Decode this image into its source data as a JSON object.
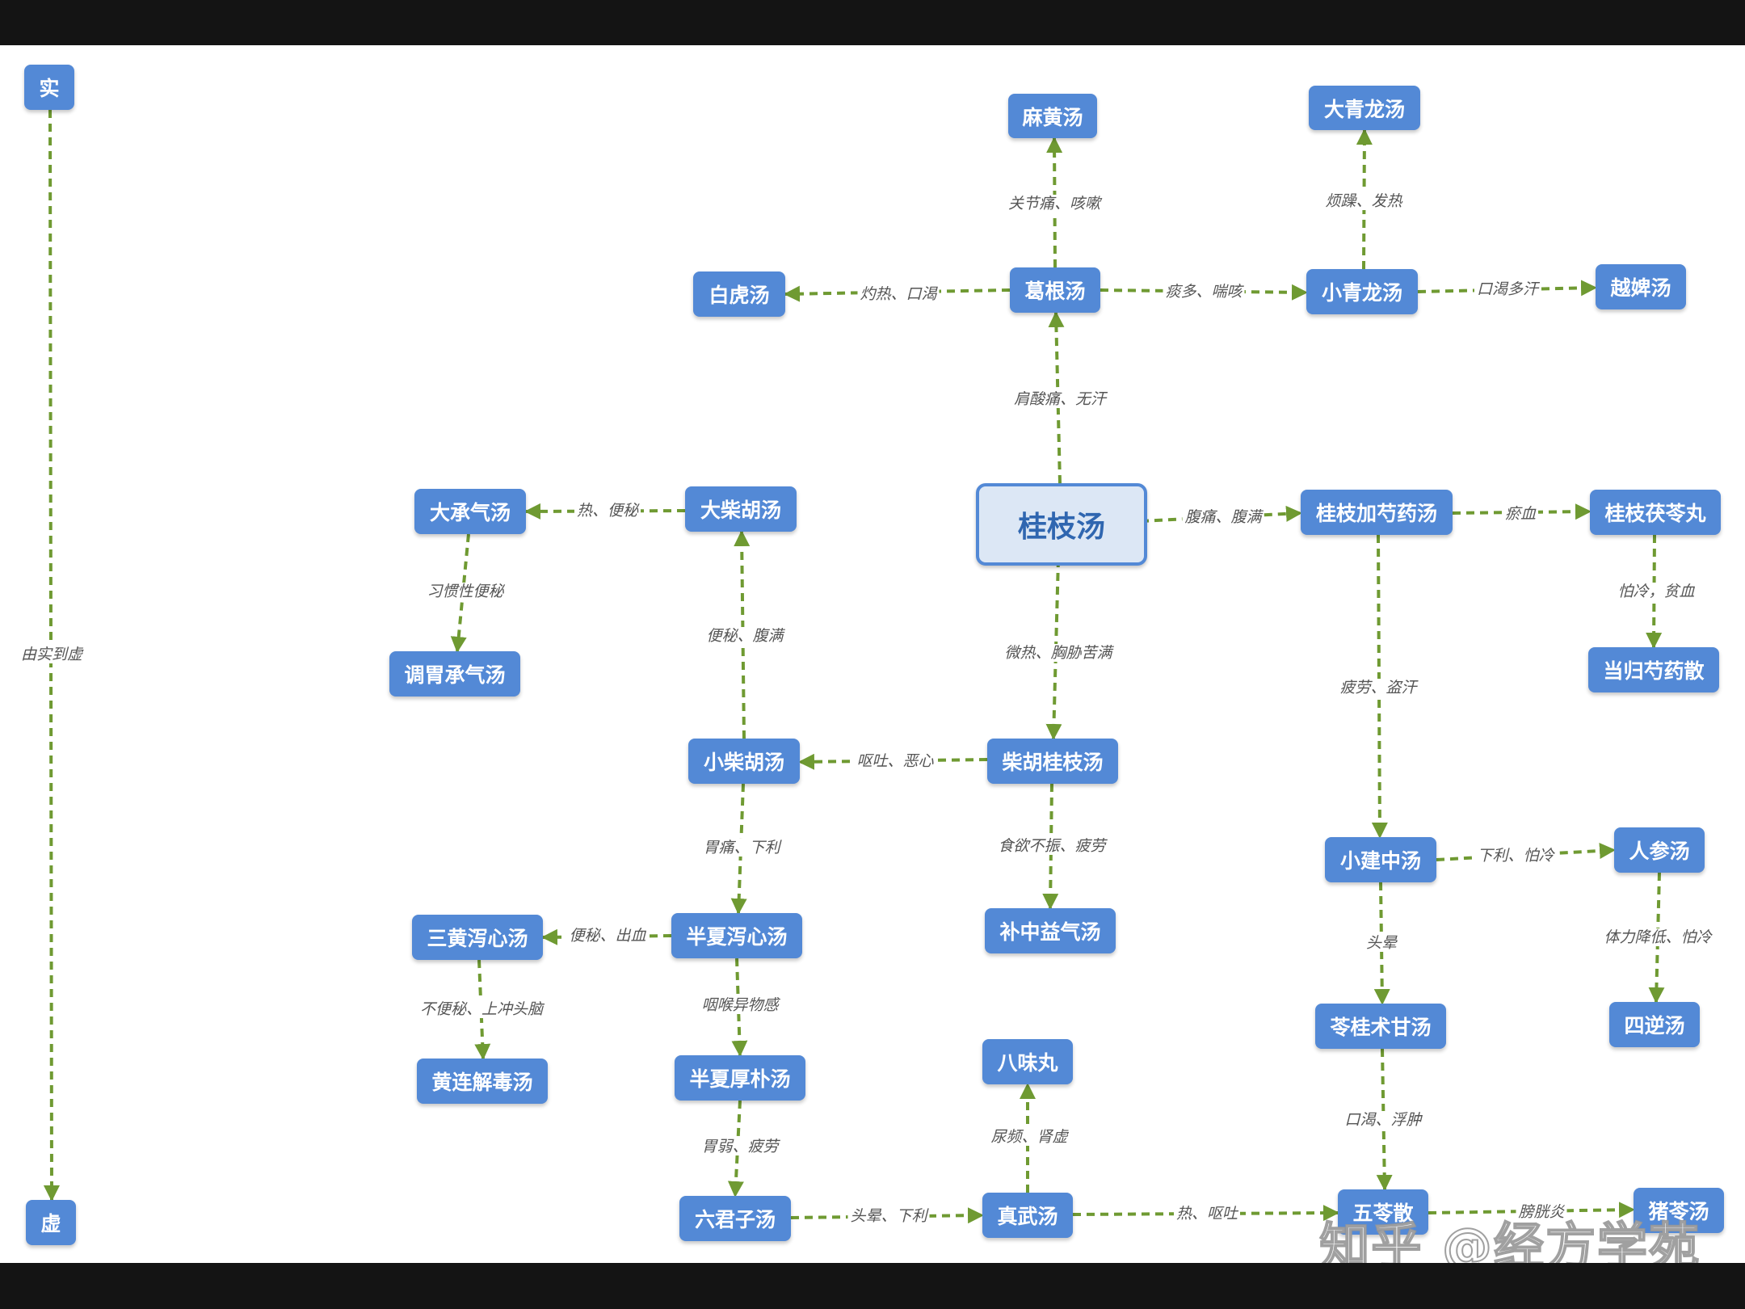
{
  "colors": {
    "node_fill": "#5389d6",
    "root_fill": "#dce7f5",
    "edge": "#6f9a32",
    "background": "#ffffff",
    "frame": "#141414"
  },
  "nodes": {
    "shi": "实",
    "xu": "虚",
    "mahuang": "麻黄汤",
    "daqinglong": "大青龙汤",
    "baihu": "白虎汤",
    "gegen": "葛根汤",
    "xiaoqinglong": "小青龙汤",
    "yuebi": "越婢汤",
    "dachengqi": "大承气汤",
    "dachaihu": "大柴胡汤",
    "guizhi": "桂枝汤",
    "guizhi_shaoyao": "桂枝加芍药汤",
    "guizhi_fuling": "桂枝茯苓丸",
    "tiaowei": "调胃承气汤",
    "danggui": "当归芍药散",
    "xiaochaihu": "小柴胡汤",
    "chaihu_guizhi": "柴胡桂枝汤",
    "xiaojianzhong": "小建中汤",
    "renshen": "人参汤",
    "sanhuang": "三黄泻心汤",
    "banxia_xiexin": "半夏泻心汤",
    "buzhong": "补中益气汤",
    "lingui": "苓桂术甘汤",
    "sini": "四逆汤",
    "huanglian": "黄连解毒汤",
    "banxia_houpu": "半夏厚朴汤",
    "bawei": "八味丸",
    "liujunzi": "六君子汤",
    "zhenwu": "真武汤",
    "wuling": "五苓散",
    "zhuling": "猪苓汤"
  },
  "edge_labels": {
    "shi_xu": "由实到虚",
    "gegen_mahuang": "关节痛、咳嗽",
    "xiaoqinglong_daqinglong": "烦躁、发热",
    "gegen_baihu": "灼热、口渴",
    "gegen_xiaoqinglong": "痰多、喘咳",
    "xiaoqinglong_yuebi": "口渴多汗",
    "guizhi_gegen": "肩酸痛、无汗",
    "dachaihu_dachengqi": "热、便秘",
    "guizhi_shaoyao": "腹痛、腹满",
    "shaoyao_fuling": "瘀血",
    "dachengqi_tiaowei": "习惯性便秘",
    "fuling_danggui": "怕冷，贫血",
    "xiaochaihu_dachaihu": "便秘、腹满",
    "guizhi_chaihu": "微热、胸胁苦满",
    "shaoyao_jianzhong": "疲劳、盗汗",
    "chaihu_xiaochaihu": "呕吐、恶心",
    "xiaochaihu_banxia": "胃痛、下利",
    "chaihu_buzhong": "食欲不振、疲劳",
    "jianzhong_renshen": "下利、怕冷",
    "banxia_sanhuang": "便秘、出血",
    "jianzhong_lingui": "头晕",
    "renshen_sini": "体力降低、怕冷",
    "sanhuang_huanglian": "不便秘、上冲头脑",
    "banxia_houpu": "咽喉异物感",
    "houpu_liujunzi": "胃弱、疲劳",
    "zhenwu_bawei": "尿频、肾虚",
    "lingui_wuling": "口渴、浮肿",
    "liujunzi_zhenwu": "头晕、下利",
    "zhenwu_wuling": "热、呕吐",
    "wuling_zhuling": "膀胱炎"
  },
  "watermark": "知乎 @经方学苑"
}
